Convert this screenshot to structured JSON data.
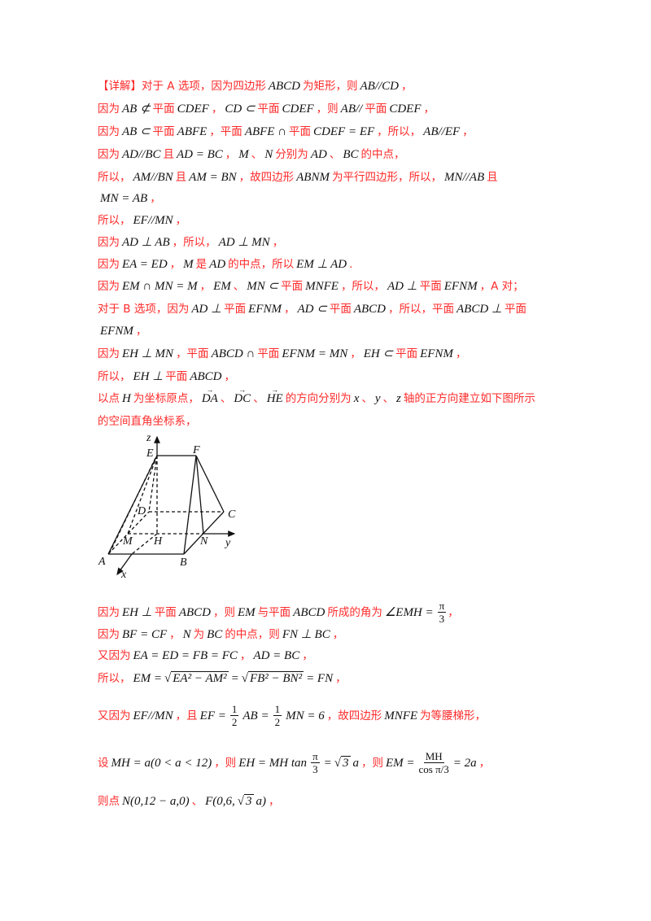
{
  "colors": {
    "text_red": "#ff2a2a",
    "math": "#111111"
  },
  "lines": [
    {
      "segs": [
        {
          "k": "r",
          "t": "【详解】对于 A 选项，因为四边形"
        },
        {
          "k": "m",
          "t": "ABCD"
        },
        {
          "k": "r",
          "t": "为矩形，则"
        },
        {
          "k": "m",
          "t": "AB//CD"
        },
        {
          "k": "r",
          "t": "，"
        }
      ]
    },
    {
      "segs": [
        {
          "k": "r",
          "t": "因为"
        },
        {
          "k": "m",
          "t": "AB ⊄"
        },
        {
          "k": "r",
          "t": "平面"
        },
        {
          "k": "m",
          "t": "CDEF"
        },
        {
          "k": "r",
          "t": "，"
        },
        {
          "k": "m",
          "t": "CD ⊂"
        },
        {
          "k": "r",
          "t": "平面"
        },
        {
          "k": "m",
          "t": "CDEF"
        },
        {
          "k": "r",
          "t": "，则"
        },
        {
          "k": "m",
          "t": "AB//"
        },
        {
          "k": "r",
          "t": "平面"
        },
        {
          "k": "m",
          "t": "CDEF"
        },
        {
          "k": "r",
          "t": "，"
        }
      ]
    },
    {
      "segs": [
        {
          "k": "r",
          "t": "因为"
        },
        {
          "k": "m",
          "t": "AB ⊂"
        },
        {
          "k": "r",
          "t": "平面"
        },
        {
          "k": "m",
          "t": "ABFE"
        },
        {
          "k": "r",
          "t": "，平面"
        },
        {
          "k": "m",
          "t": "ABFE ∩"
        },
        {
          "k": "r",
          "t": "平面"
        },
        {
          "k": "m",
          "t": "CDEF = EF"
        },
        {
          "k": "r",
          "t": "，所以，"
        },
        {
          "k": "m",
          "t": "AB//EF"
        },
        {
          "k": "r",
          "t": "，"
        }
      ]
    },
    {
      "segs": [
        {
          "k": "r",
          "t": "因为"
        },
        {
          "k": "m",
          "t": "AD//BC"
        },
        {
          "k": "r",
          "t": "且"
        },
        {
          "k": "m",
          "t": "AD = BC"
        },
        {
          "k": "r",
          "t": "，"
        },
        {
          "k": "m",
          "t": "M"
        },
        {
          "k": "r",
          "t": "、"
        },
        {
          "k": "m",
          "t": "N"
        },
        {
          "k": "r",
          "t": "分别为"
        },
        {
          "k": "m",
          "t": "AD"
        },
        {
          "k": "r",
          "t": "、"
        },
        {
          "k": "m",
          "t": "BC"
        },
        {
          "k": "r",
          "t": "的中点，"
        }
      ]
    },
    {
      "segs": [
        {
          "k": "r",
          "t": "所以，"
        },
        {
          "k": "m",
          "t": "AM//BN"
        },
        {
          "k": "r",
          "t": "且"
        },
        {
          "k": "m",
          "t": "AM = BN"
        },
        {
          "k": "r",
          "t": "，故四边形"
        },
        {
          "k": "m",
          "t": "ABNM"
        },
        {
          "k": "r",
          "t": "为平行四边形，所以，"
        },
        {
          "k": "m",
          "t": "MN//AB"
        },
        {
          "k": "r",
          "t": "且"
        }
      ]
    },
    {
      "segs": [
        {
          "k": "m",
          "t": "MN = AB"
        },
        {
          "k": "r",
          "t": "，"
        }
      ]
    },
    {
      "segs": [
        {
          "k": "r",
          "t": "所以，"
        },
        {
          "k": "m",
          "t": "EF//MN"
        },
        {
          "k": "r",
          "t": "，"
        }
      ]
    },
    {
      "segs": [
        {
          "k": "r",
          "t": "因为"
        },
        {
          "k": "m",
          "t": "AD ⊥ AB"
        },
        {
          "k": "r",
          "t": "，所以，"
        },
        {
          "k": "m",
          "t": "AD ⊥ MN"
        },
        {
          "k": "r",
          "t": "，"
        }
      ]
    },
    {
      "segs": [
        {
          "k": "r",
          "t": "因为"
        },
        {
          "k": "m",
          "t": "EA = ED"
        },
        {
          "k": "r",
          "t": "，"
        },
        {
          "k": "m",
          "t": "M"
        },
        {
          "k": "r",
          "t": "是"
        },
        {
          "k": "m",
          "t": "AD"
        },
        {
          "k": "r",
          "t": "的中点，所以"
        },
        {
          "k": "m",
          "t": "EM ⊥ AD"
        },
        {
          "k": "r",
          "t": "."
        }
      ]
    },
    {
      "segs": [
        {
          "k": "r",
          "t": "因为"
        },
        {
          "k": "m",
          "t": "EM ∩ MN = M"
        },
        {
          "k": "r",
          "t": "，"
        },
        {
          "k": "m",
          "t": "EM"
        },
        {
          "k": "r",
          "t": "、"
        },
        {
          "k": "m",
          "t": "MN ⊂"
        },
        {
          "k": "r",
          "t": "平面"
        },
        {
          "k": "m",
          "t": "MNFE"
        },
        {
          "k": "r",
          "t": "，所以，"
        },
        {
          "k": "m",
          "t": "AD ⊥"
        },
        {
          "k": "r",
          "t": "平面"
        },
        {
          "k": "m",
          "t": "EFNM"
        },
        {
          "k": "r",
          "t": "，A 对；"
        }
      ]
    },
    {
      "segs": [
        {
          "k": "r",
          "t": "对于 B 选项，因为"
        },
        {
          "k": "m",
          "t": "AD ⊥"
        },
        {
          "k": "r",
          "t": "平面"
        },
        {
          "k": "m",
          "t": "EFNM"
        },
        {
          "k": "r",
          "t": "，"
        },
        {
          "k": "m",
          "t": "AD ⊂"
        },
        {
          "k": "r",
          "t": "平面"
        },
        {
          "k": "m",
          "t": "ABCD"
        },
        {
          "k": "r",
          "t": "，所以，平面"
        },
        {
          "k": "m",
          "t": "ABCD ⊥"
        },
        {
          "k": "r",
          "t": "平面"
        }
      ]
    },
    {
      "segs": [
        {
          "k": "m",
          "t": "EFNM"
        },
        {
          "k": "r",
          "t": "，"
        }
      ]
    },
    {
      "segs": [
        {
          "k": "r",
          "t": "因为"
        },
        {
          "k": "m",
          "t": "EH ⊥ MN"
        },
        {
          "k": "r",
          "t": "，平面"
        },
        {
          "k": "m",
          "t": "ABCD ∩"
        },
        {
          "k": "r",
          "t": "平面"
        },
        {
          "k": "m",
          "t": "EFNM = MN"
        },
        {
          "k": "r",
          "t": "，"
        },
        {
          "k": "m",
          "t": "EH ⊂"
        },
        {
          "k": "r",
          "t": "平面"
        },
        {
          "k": "m",
          "t": "EFNM"
        },
        {
          "k": "r",
          "t": "，"
        }
      ]
    },
    {
      "segs": [
        {
          "k": "r",
          "t": "所以，"
        },
        {
          "k": "m",
          "t": "EH ⊥"
        },
        {
          "k": "r",
          "t": "平面"
        },
        {
          "k": "m",
          "t": "ABCD"
        },
        {
          "k": "r",
          "t": "，"
        }
      ]
    },
    {
      "segs": [
        {
          "k": "r",
          "t": "以点"
        },
        {
          "k": "m",
          "t": "H"
        },
        {
          "k": "r",
          "t": "为坐标原点，"
        },
        {
          "k": "v",
          "t": "DA"
        },
        {
          "k": "r",
          "t": "、"
        },
        {
          "k": "v",
          "t": "DC"
        },
        {
          "k": "r",
          "t": "、"
        },
        {
          "k": "v",
          "t": "HE"
        },
        {
          "k": "r",
          "t": "的方向分别为"
        },
        {
          "k": "m",
          "t": "x"
        },
        {
          "k": "r",
          "t": "、"
        },
        {
          "k": "m",
          "t": "y"
        },
        {
          "k": "r",
          "t": "、"
        },
        {
          "k": "m",
          "t": "z"
        },
        {
          "k": "r",
          "t": "轴的正方向建立如下图所示"
        }
      ]
    },
    {
      "segs": [
        {
          "k": "r",
          "t": "的空间直角坐标系，"
        }
      ]
    },
    {
      "segs": [
        {
          "k": "r",
          "t": "因为"
        },
        {
          "k": "m",
          "t": "EH ⊥"
        },
        {
          "k": "r",
          "t": "平面"
        },
        {
          "k": "m",
          "t": "ABCD"
        },
        {
          "k": "r",
          "t": "，则"
        },
        {
          "k": "m",
          "t": "EM"
        },
        {
          "k": "r",
          "t": "与平面"
        },
        {
          "k": "m",
          "t": "ABCD"
        },
        {
          "k": "r",
          "t": "所成的角为"
        },
        {
          "k": "m",
          "t": "∠EMH ="
        },
        {
          "k": "f",
          "n": "π",
          "d": "3"
        },
        {
          "k": "r",
          "t": "，"
        }
      ]
    },
    {
      "segs": [
        {
          "k": "r",
          "t": "因为"
        },
        {
          "k": "m",
          "t": "BF = CF"
        },
        {
          "k": "r",
          "t": "，"
        },
        {
          "k": "m",
          "t": "N"
        },
        {
          "k": "r",
          "t": "为"
        },
        {
          "k": "m",
          "t": "BC"
        },
        {
          "k": "r",
          "t": "的中点，则"
        },
        {
          "k": "m",
          "t": "FN ⊥ BC"
        },
        {
          "k": "r",
          "t": "，"
        }
      ]
    },
    {
      "segs": [
        {
          "k": "r",
          "t": "又因为"
        },
        {
          "k": "m",
          "t": "EA = ED = FB = FC"
        },
        {
          "k": "r",
          "t": "，"
        },
        {
          "k": "m",
          "t": "AD = BC"
        },
        {
          "k": "r",
          "t": "，"
        }
      ]
    },
    {
      "segs": [
        {
          "k": "r",
          "t": "所以，"
        },
        {
          "k": "m",
          "t": "EM ="
        },
        {
          "k": "s",
          "t": "EA² − AM²"
        },
        {
          "k": "m",
          "t": "="
        },
        {
          "k": "s",
          "t": "FB² − BN²"
        },
        {
          "k": "m",
          "t": "= FN"
        },
        {
          "k": "r",
          "t": "，"
        }
      ]
    },
    {
      "segs": [
        {
          "k": "r",
          "t": "又因为"
        },
        {
          "k": "m",
          "t": "EF//MN"
        },
        {
          "k": "r",
          "t": "，且"
        },
        {
          "k": "m",
          "t": "EF ="
        },
        {
          "k": "f",
          "n": "1",
          "d": "2"
        },
        {
          "k": "m",
          "t": "AB ="
        },
        {
          "k": "f",
          "n": "1",
          "d": "2"
        },
        {
          "k": "m",
          "t": "MN = 6"
        },
        {
          "k": "r",
          "t": "，故四边形"
        },
        {
          "k": "m",
          "t": "MNFE"
        },
        {
          "k": "r",
          "t": "为等腰梯形，"
        }
      ]
    },
    {
      "segs": [
        {
          "k": "r",
          "t": "设"
        },
        {
          "k": "m",
          "t": "MH = a(0 < a < 12)"
        },
        {
          "k": "r",
          "t": "，则"
        },
        {
          "k": "m",
          "t": "EH = MH tan"
        },
        {
          "k": "f",
          "n": "π",
          "d": "3"
        },
        {
          "k": "m",
          "t": "="
        },
        {
          "k": "s",
          "t": "3"
        },
        {
          "k": "m",
          "t": "a"
        },
        {
          "k": "r",
          "t": "，则"
        },
        {
          "k": "m",
          "t": "EM ="
        },
        {
          "k": "f",
          "n": "MH",
          "d": "cos π/3"
        },
        {
          "k": "m",
          "t": "= 2a"
        },
        {
          "k": "r",
          "t": "，"
        }
      ]
    },
    {
      "segs": [
        {
          "k": "r",
          "t": "则点"
        },
        {
          "k": "m",
          "t": "N(0,12 − a,0)"
        },
        {
          "k": "r",
          "t": "、"
        },
        {
          "k": "m",
          "t": "F(0,6,"
        },
        {
          "k": "s",
          "t": "3"
        },
        {
          "k": "m",
          "t": "a)"
        },
        {
          "k": "r",
          "t": "，"
        }
      ]
    }
  ],
  "figure": {
    "labels": {
      "z": "z",
      "E": "E",
      "F": "F",
      "D": "D",
      "C": "C",
      "M": "M",
      "H": "H",
      "N": "N",
      "y": "y",
      "A": "A",
      "B": "B",
      "x": "x"
    }
  }
}
